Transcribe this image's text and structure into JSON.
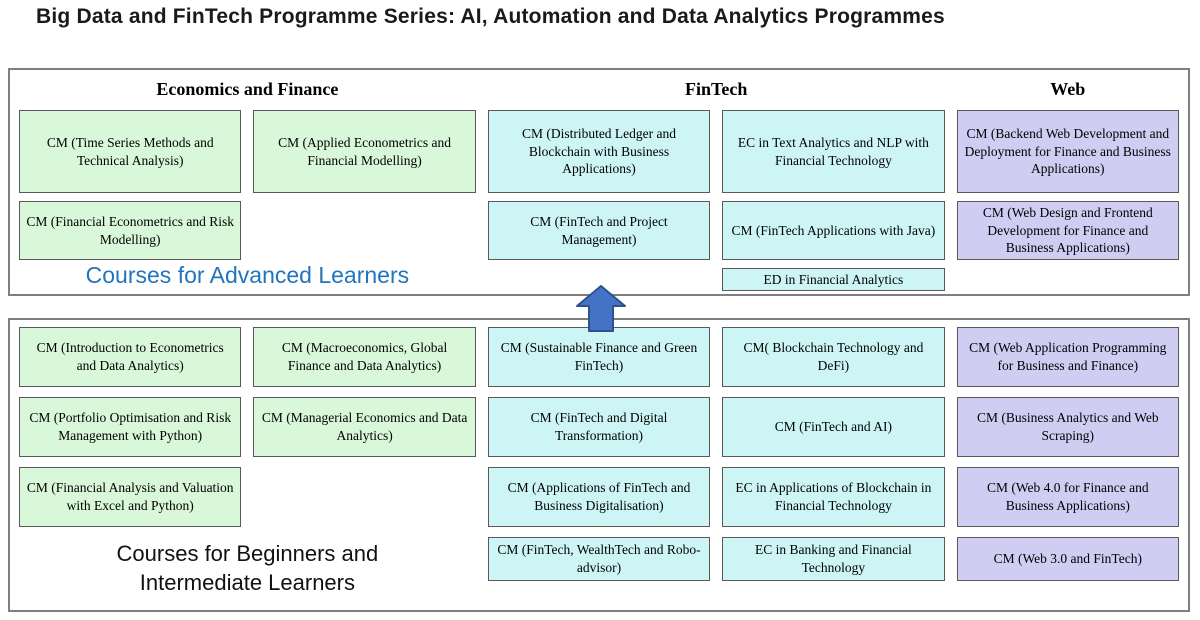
{
  "title": "Big Data and FinTech Programme Series: AI, Automation and Data Analytics Programmes",
  "headers": [
    "Economics and Finance",
    "FinTech",
    "Web"
  ],
  "colors": {
    "economics_box": "#d9f7d9",
    "fintech_box": "#cdf5f6",
    "web_box": "#cfcdf2",
    "advanced_caption": "#2175bc",
    "arrow_fill": "#4472c4",
    "arrow_border": "#2f528f",
    "box_border": "#595959",
    "section_border": "#7f7f7f"
  },
  "advanced": {
    "caption": "Courses for Advanced Learners",
    "boxes": [
      "CM (Time Series Methods and Technical Analysis)",
      "CM (Applied Econometrics and Financial Modelling)",
      "CM (Distributed Ledger and Blockchain with Business Applications)",
      "EC in Text Analytics and NLP with Financial Technology",
      "CM (Backend Web Development and Deployment for Finance and Business Applications)",
      "CM (Financial Econometrics and Risk Modelling)",
      "CM (FinTech and Project Management)",
      "CM (FinTech Applications with Java)",
      "CM (Web Design and Frontend Development for Finance and Business Applications)",
      "ED in Financial Analytics"
    ]
  },
  "beginner": {
    "caption": "Courses for Beginners and Intermediate Learners",
    "boxes": [
      "CM (Introduction to Econometrics and Data Analytics)",
      "CM (Macroeconomics, Global Finance and Data Analytics)",
      "CM (Sustainable Finance and Green FinTech)",
      "CM( Blockchain Technology and DeFi)",
      "CM (Web Application Programming for Business and Finance)",
      "CM (Portfolio Optimisation and Risk Management with Python)",
      "CM (Managerial Economics and Data Analytics)",
      "CM (FinTech and Digital Transformation)",
      "CM (FinTech and AI)",
      "CM (Business Analytics and Web Scraping)",
      "CM (Financial Analysis and Valuation with Excel and Python)",
      "CM (Applications of FinTech and Business Digitalisation)",
      "EC in Applications of Blockchain in Financial Technology",
      "CM (Web 4.0 for Finance and Business Applications)",
      "CM (FinTech, WealthTech and Robo-advisor)",
      "EC in Banking and Financial Technology",
      "CM (Web 3.0 and FinTech)"
    ]
  }
}
